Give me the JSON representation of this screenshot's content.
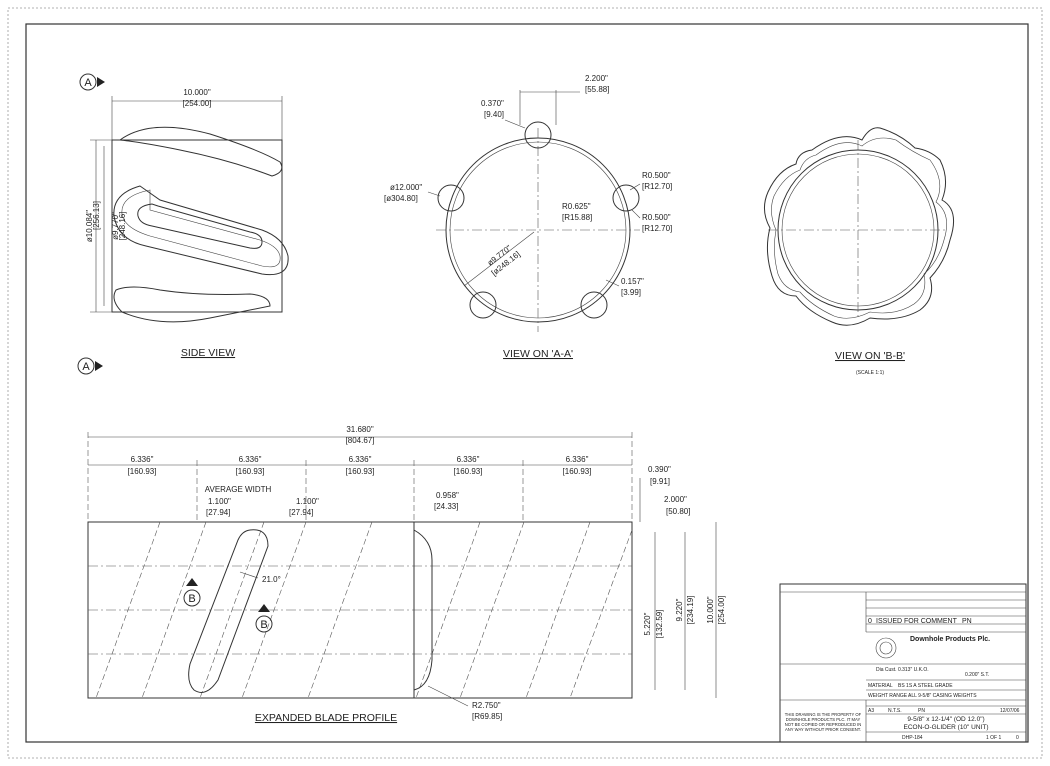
{
  "views": {
    "side_view": {
      "title": "SIDE VIEW",
      "marker": "A",
      "dim_width_in": "10.000\"",
      "dim_width_mm": "[254.00]",
      "dim_od_in": "ø10.084\"",
      "dim_od_mm": "[256.13]",
      "dim_id_in": "ø9.770\"",
      "dim_id_mm": "[248.16]"
    },
    "view_aa": {
      "title": "VIEW ON 'A-A'",
      "dim_a_in": "2.200\"",
      "dim_a_mm": "[55.88]",
      "dim_b_in": "0.370\"",
      "dim_b_mm": "[9.40]",
      "dim_c_in": "ø12.000\"",
      "dim_c_mm": "[ø304.80]",
      "dim_d_in": "R0.625\"",
      "dim_d_mm": "[R15.88]",
      "dim_e_in": "R0.500\"",
      "dim_e_mm": "[R12.70]",
      "dim_f_in": "R0.500\"",
      "dim_f_mm": "[R12.70]",
      "dim_g_in": "ø9.770\"",
      "dim_g_mm": "[ø248.16]",
      "dim_h_in": "0.157\"",
      "dim_h_mm": "[3.99]"
    },
    "view_bb": {
      "title": "VIEW ON 'B-B'",
      "scale": "(SCALE 1:1)"
    },
    "expanded": {
      "title": "EXPANDED BLADE PROFILE",
      "total_in": "31.680\"",
      "total_mm": "[804.67]",
      "seg_in": "6.336\"",
      "seg_mm": "[160.93]",
      "avg_width": "AVERAGE WIDTH",
      "w1_in": "1.100\"",
      "w1_mm": "[27.94]",
      "w2_in": "1.100\"",
      "w2_mm": "[27.94]",
      "gap_in": "0.958\"",
      "gap_mm": "[24.33]",
      "edge_in": "0.390\"",
      "edge_mm": "[9.91]",
      "end_in": "2.000\"",
      "end_mm": "[50.80]",
      "angle": "21.0°",
      "marker": "B",
      "h1_in": "5.220\"",
      "h1_mm": "[132.59]",
      "h2_in": "9.220\"",
      "h2_mm": "[234.19]",
      "h3_in": "10.000\"",
      "h3_mm": "[254.00]",
      "rad_in": "R2.750\"",
      "rad_mm": "[R69.85]"
    }
  },
  "title_block": {
    "issued": "ISSUED FOR COMMENT",
    "issue_no": "0",
    "by": "PN",
    "company": "Downhole Products Plc.",
    "material_label": "MATERIAL",
    "material_value": "BS 1S A STEEL GRADE",
    "weight_label": "WEIGHT RANGE :",
    "weight_value": "ALL 9-5/8\" CASING WEIGHTS",
    "size_label": "A3",
    "scale_value": "N.T.S.",
    "drawn": "PN",
    "date": "12/07/06",
    "product_line1": "9-5/8\" x 12-1/4\" (OD 12.0\")",
    "product_line2": "ECON-O-GLIDER (10\" UNIT)",
    "property_note": "THIS DRAWING IS THE PROPERTY OF DOWNHOLE PRODUCTS PLC. IT MAY NOT BE COPIED OR REPRODUCED IN ANY WAY WITHOUT PRIOR CONSENT.",
    "drawing_no": "DHP-184",
    "sheet": "1 OF 1",
    "rev": "0",
    "thickness": "0.200\" S.T.",
    "od_note": "Dia Cust. 0.313\" U.K.O."
  }
}
